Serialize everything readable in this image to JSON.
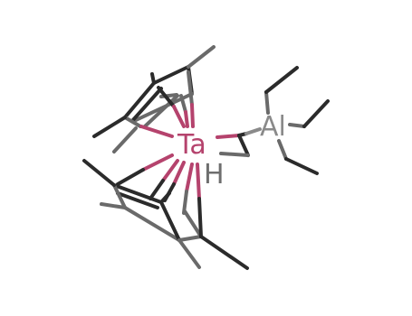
{
  "molecule": {
    "atoms": {
      "ta": "Ta",
      "al": "Al",
      "h": "H"
    },
    "colors": {
      "tantalum": "#b5436d",
      "aluminum": "#8a8a8a",
      "hydrogen": "#6e6e6e",
      "bond_dark": "#2b2b2b",
      "bond_mid": "#6a6a6a",
      "background": "#ffffff"
    }
  }
}
